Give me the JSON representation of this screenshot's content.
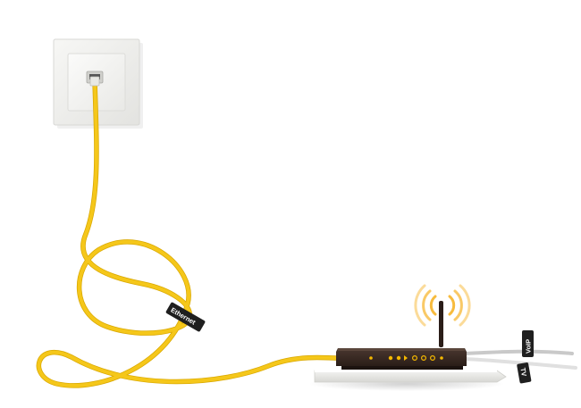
{
  "labels": {
    "ethernet": "Ethernet",
    "voip": "VoIP",
    "tv": "TV"
  },
  "colors": {
    "ethernet_cable": "#f5c71a",
    "ethernet_cable_shadow": "#d9a800",
    "voip_cable": "#c9c9c9",
    "tv_cable": "#e0e0e0",
    "router_body": "#3a2a24",
    "router_led": "#f5b800",
    "wall_plate": "#efefed",
    "signal_waves": "#f7b733",
    "tag_background": "#1f1f1f"
  },
  "icons": {
    "wifi_signal": "signal-waves-icon",
    "ethernet_port": "rj45-port-icon"
  }
}
